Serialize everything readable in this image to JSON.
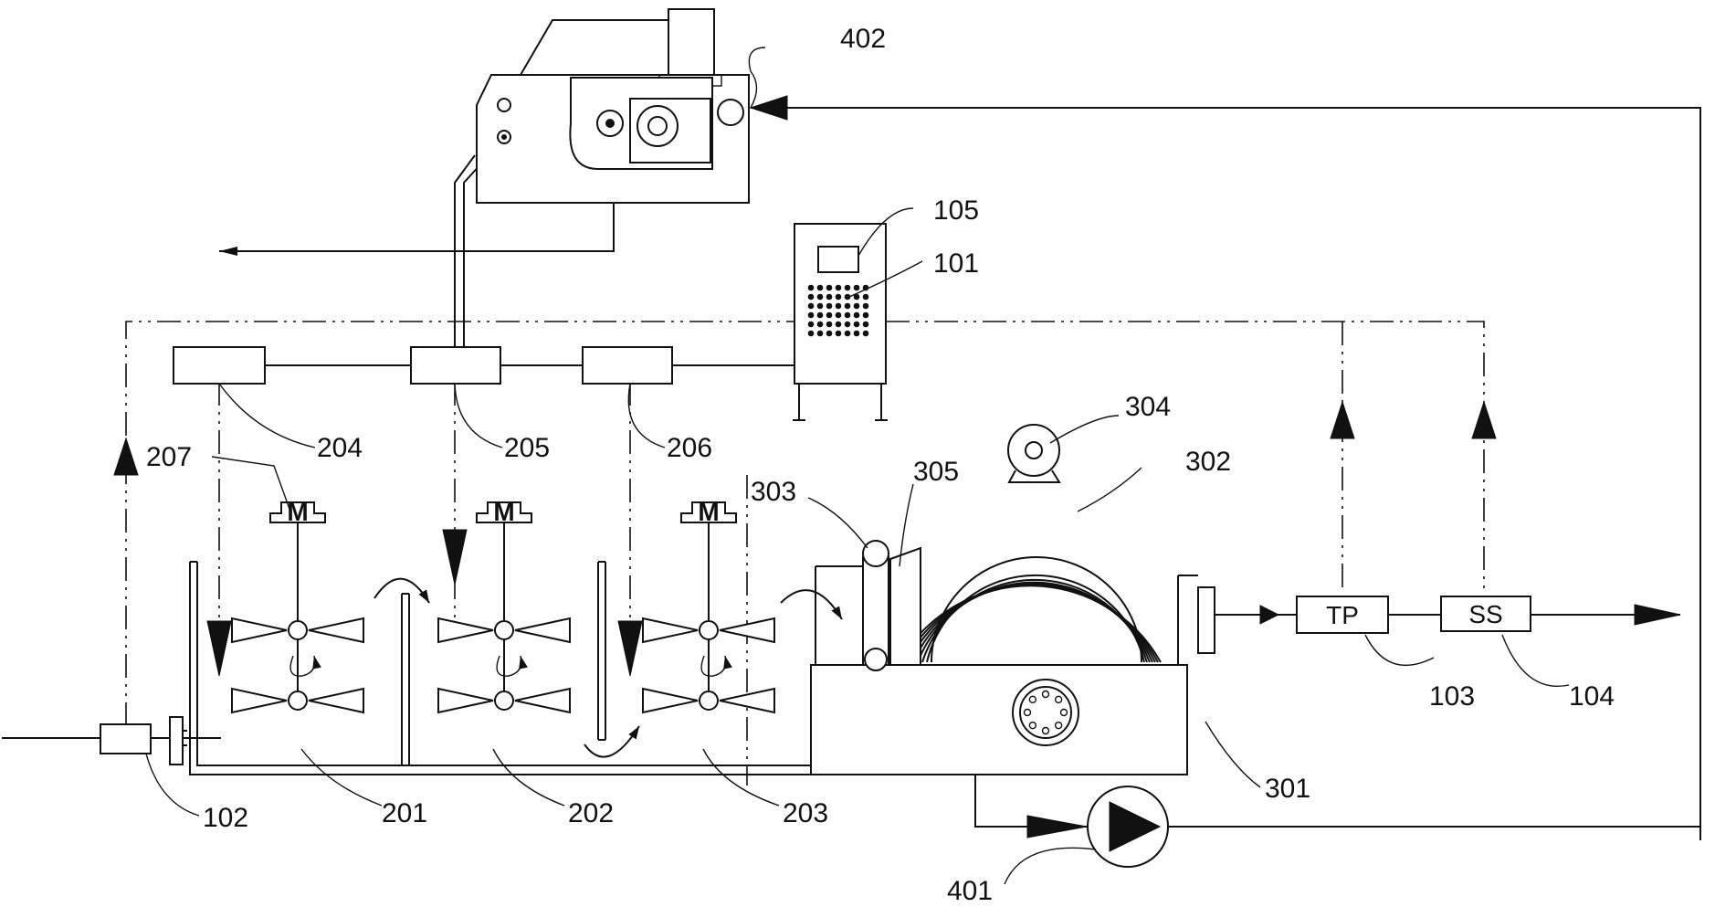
{
  "labels": {
    "l101": "101",
    "l102": "102",
    "l103": "103",
    "l104": "104",
    "l105": "105",
    "l201": "201",
    "l202": "202",
    "l203": "203",
    "l204": "204",
    "l205": "205",
    "l206": "206",
    "l207": "207",
    "l301": "301",
    "l302": "302",
    "l303": "303",
    "l304": "304",
    "l305": "305",
    "l401": "401",
    "l402": "402"
  },
  "instruments": {
    "tp": "TP",
    "ss": "SS"
  },
  "motors": {
    "m1": "M",
    "m2": "M",
    "m3": "M"
  }
}
